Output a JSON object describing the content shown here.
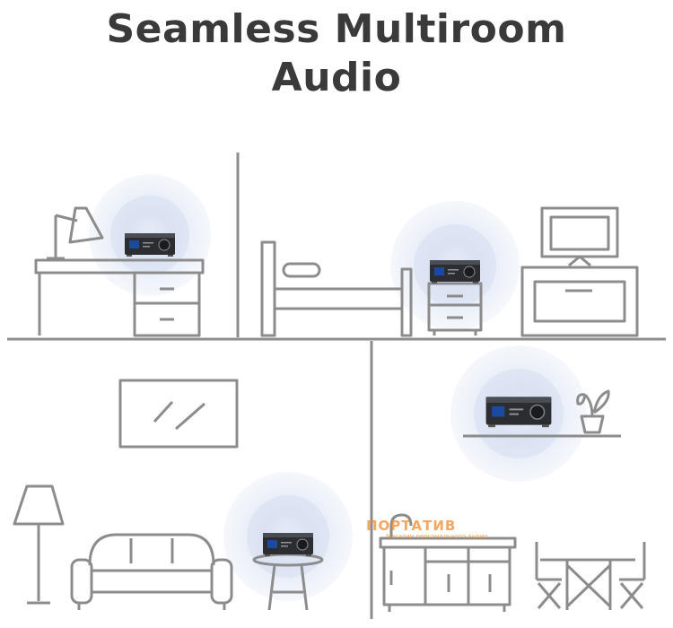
{
  "title": {
    "line1": "Seamless Multiroom",
    "line2": "Audio"
  },
  "watermark": {
    "name": "ПОРТАТИВ",
    "tagline": "Магазин персонального аудио"
  },
  "colors": {
    "line": "#8c8c8c",
    "title": "#3a3a3a",
    "glow": "#c9d6ee",
    "device": "#2b2d31",
    "watermark": "#f08a2e"
  },
  "icons": {
    "desk_lamp": "desk-lamp-icon",
    "floor_lamp": "floor-lamp-icon",
    "plant": "plant-icon",
    "bed": "bed-icon",
    "tv": "tv-icon",
    "sofa": "sofa-icon",
    "kitchen_tap": "tap-icon",
    "dining_set": "dining-set-icon"
  }
}
